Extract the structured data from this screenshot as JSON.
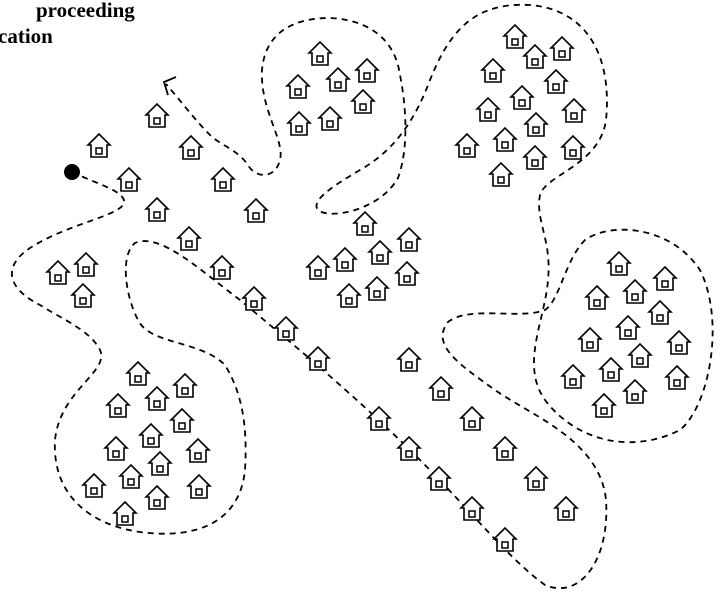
{
  "caption": {
    "line1": "proceeding",
    "line2": "cation"
  },
  "icons": {
    "house": "house-icon",
    "start": "start-point-dot",
    "arrow": "direction-arrowhead-icon"
  },
  "colors": {
    "ink": "#000000",
    "background": "#ffffff"
  }
}
